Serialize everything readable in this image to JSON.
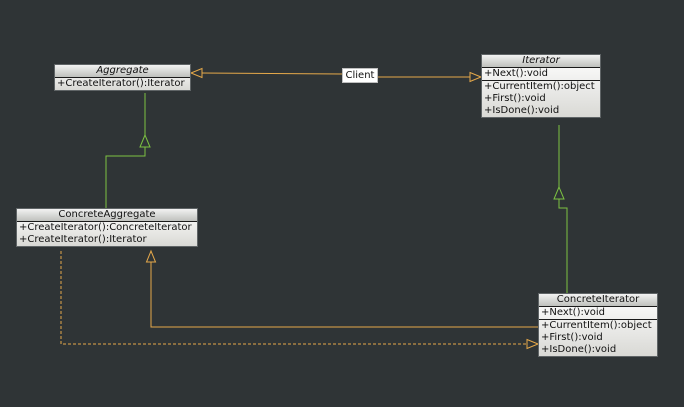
{
  "colors": {
    "background": "#2f3436",
    "generalization_line": "#7cc242",
    "association_line": "#e6a94a"
  },
  "diagram": {
    "classes": {
      "aggregate": {
        "name": "Aggregate",
        "abstract": true,
        "operations": [
          "+CreateIterator():Iterator"
        ]
      },
      "iterator": {
        "name": "Iterator",
        "abstract": true,
        "attributes": [
          "+Next():void"
        ],
        "operations": [
          "+CurrentItem():object",
          "+First():void",
          "+IsDone():void"
        ]
      },
      "concrete_aggregate": {
        "name": "ConcreteAggregate",
        "abstract": false,
        "operations": [
          "+CreateIterator():ConcreteIterator",
          "+CreateIterator():Iterator"
        ]
      },
      "concrete_iterator": {
        "name": "ConcreteIterator",
        "abstract": false,
        "attributes": [
          "+Next():void"
        ],
        "operations": [
          "+CurrentItem():object",
          "+First():void",
          "+IsDone():void"
        ]
      }
    },
    "client_label": "Client",
    "relationships": [
      {
        "type": "generalization",
        "from": "ConcreteAggregate",
        "to": "Aggregate"
      },
      {
        "type": "generalization",
        "from": "ConcreteIterator",
        "to": "Iterator"
      },
      {
        "type": "association",
        "from": "Client",
        "to": "Aggregate"
      },
      {
        "type": "association",
        "from": "Client",
        "to": "Iterator"
      },
      {
        "type": "association",
        "from": "ConcreteIterator",
        "to": "ConcreteAggregate"
      },
      {
        "type": "dependency",
        "from": "ConcreteAggregate",
        "to": "ConcreteIterator"
      }
    ]
  }
}
